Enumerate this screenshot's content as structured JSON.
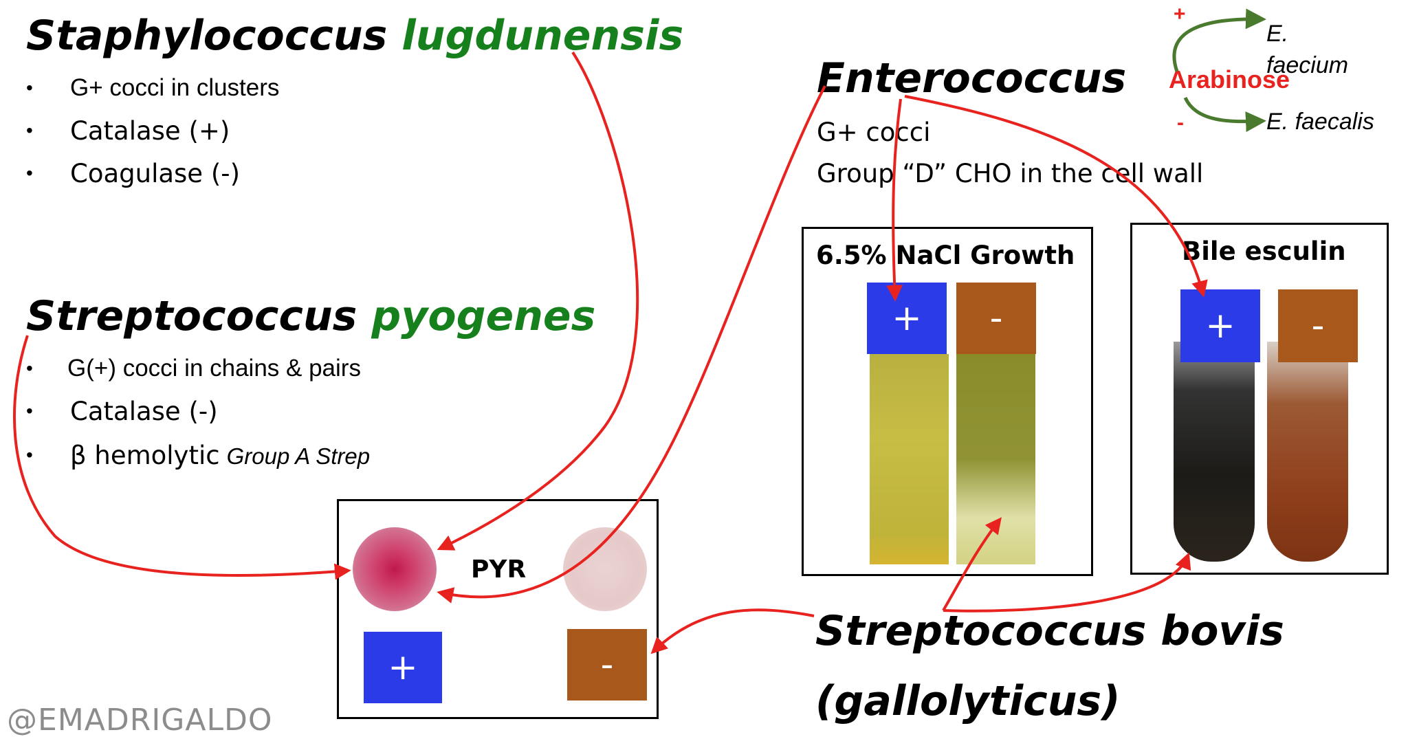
{
  "staph": {
    "genus": "Staphylococcus",
    "species": "lugdunensis",
    "bullet_symbol": "•",
    "bullets": [
      "G+ cocci in clusters",
      "Catalase (+)",
      "Coagulase (-)"
    ]
  },
  "strep_pyo": {
    "genus": "Streptococcus",
    "species": "pyogenes",
    "bullet_symbol": "•",
    "bullets": [
      "G(+) cocci in chains & pairs",
      "Catalase (-)",
      "β hemolytic"
    ],
    "group_note": "Group A Strep"
  },
  "entero": {
    "title": "Enterococcus",
    "line1": "G+ cocci",
    "line2": "Group “D” CHO in the cell wall"
  },
  "arabinose": {
    "plus": "+",
    "minus": "-",
    "label": "Arabinose",
    "positive_species": "E. faecium",
    "negative_species": "E. faecalis"
  },
  "nacl_test": {
    "label": "6.5% NaCl Growth",
    "pos": "+",
    "neg": "-"
  },
  "bile_test": {
    "label": "Bile esculin",
    "pos": "+",
    "neg": "-"
  },
  "pyr_test": {
    "label": "PYR",
    "pos": "+",
    "neg": "-"
  },
  "bovis": {
    "line1": "Streptococcus bovis",
    "line2": "(gallolyticus)"
  },
  "watermark": "@EMADRIGALDO",
  "colors": {
    "green": "#16801c",
    "red_arrow": "#e8231f",
    "arabinose_arrow": "#4a7a2e",
    "positive_blue": "#2b3be8",
    "negative_brown": "#a9581c"
  }
}
